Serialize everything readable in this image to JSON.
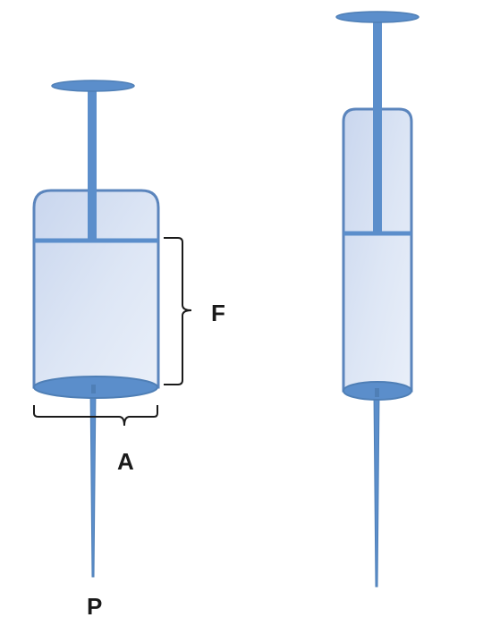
{
  "labels": {
    "force": "F",
    "area": "A",
    "pressure": "P"
  },
  "colors": {
    "stroke": "#4f7fb6",
    "plunger_fill": "#5b8ecb",
    "barrel_fill_light": "#e6edf8",
    "barrel_fill_dark": "#c7d5ec",
    "bracket": "#1a1a1a"
  }
}
